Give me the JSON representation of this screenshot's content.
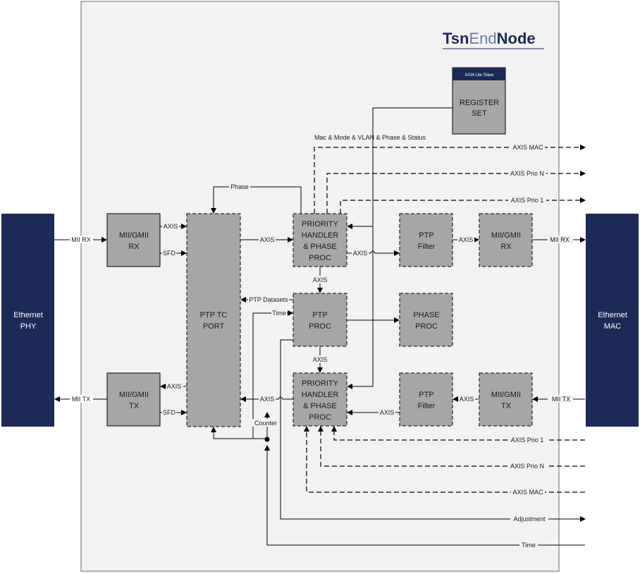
{
  "title": {
    "part1": "Tsn",
    "part2": "End",
    "part3": "Node"
  },
  "register": {
    "header": "AXI4 Lite Slave",
    "line1": "REGISTER",
    "line2": "SET"
  },
  "ethernet_phy": {
    "line1": "Ethernet",
    "line2": "PHY"
  },
  "ethernet_mac": {
    "line1": "Ethernet",
    "line2": "MAC"
  },
  "blocks": {
    "mii_rx_left": {
      "line1": "MII/GMII",
      "line2": "RX"
    },
    "mii_tx_left": {
      "line1": "MII/GMII",
      "line2": "TX"
    },
    "ptp_tc_port": {
      "line1": "PTP TC",
      "line2": "PORT"
    },
    "prio_top": {
      "line1": "PRIORITY",
      "line2": "HANDLER",
      "line3": "& PHASE",
      "line4": "PROC"
    },
    "prio_bottom": {
      "line1": "PRIORITY",
      "line2": "HANDLER",
      "line3": "& PHASE",
      "line4": "PROC"
    },
    "ptp_proc": {
      "line1": "PTP",
      "line2": "PROC"
    },
    "ptp_filter_top": {
      "line1": "PTP",
      "line2": "Filter"
    },
    "ptp_filter_bottom": {
      "line1": "PTP",
      "line2": "Filter"
    },
    "phase_proc": {
      "line1": "PHASE",
      "line2": "PROC"
    },
    "mii_rx_right": {
      "line1": "MII/GMII",
      "line2": "RX"
    },
    "mii_tx_right": {
      "line1": "MII/GMII",
      "line2": "TX"
    }
  },
  "labels": {
    "mii_rx_in": "MII RX",
    "mii_tx_out": "MII TX",
    "axis_rx": "AXIS",
    "sfd_rx": "SFD",
    "axis_tx": "AXIS",
    "sfd_tx": "SFD",
    "phase": "Phase",
    "axis_port_to_prio": "AXIS",
    "axis_prio_to_filter": "AXIS",
    "axis_filter_to_mii": "AXIS",
    "mii_rx_out": "MII RX",
    "axis_prio_to_ptp": "AXIS",
    "ptp_datasets": "PTP Datasets",
    "time_small": "Time",
    "axis_ptp_to_prio": "AXIS",
    "axis_prio_to_port": "AXIS",
    "axis_filter_to_prio": "AXIS",
    "axis_mii_to_filter": "AXIS",
    "mii_tx_in": "MII TX",
    "counter": "Counter",
    "reg_bus": "Mac & Mode & VLAN & Phase & Status",
    "axis_mac_out": "AXIS MAC",
    "axis_prio_n_out": "AXIS Prio N",
    "axis_prio_1_out": "AXIS Prio 1",
    "axis_prio_1_in": "AXIS Prio 1",
    "axis_prio_n_in": "AXIS Prio N",
    "axis_mac_in": "AXIS MAC",
    "adjustment": "Adjustment",
    "time_in": "Time"
  },
  "colors": {
    "block_fill": "#a6a6a6",
    "eth_fill": "#1d2a56",
    "title_dark": "#1d2a56",
    "title_light": "#6e7ba6",
    "frame_fill": "#f2f2f2",
    "line": "#000000"
  }
}
